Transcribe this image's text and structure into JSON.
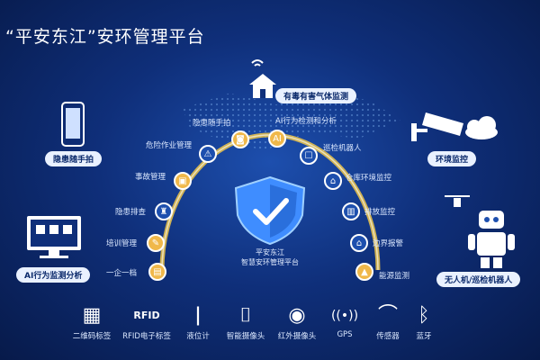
{
  "title": "“平安东江”安环管理平台",
  "top_label": "有毒有害气体监测",
  "left_labels": {
    "hidden_danger_photo": "隐患随手拍",
    "ai_monitor": "AI行为监测分析"
  },
  "right_labels": {
    "env_monitor": "环境监控",
    "drone_robot": "无人机/巡检机器人"
  },
  "arc_left": [
    "隐患随手拍",
    "危险作业管理",
    "事故管理",
    "隐患排查",
    "培训管理",
    "一企一档"
  ],
  "arc_right": [
    "AI行为检测和分析",
    "巡检机器人",
    "仓库环境监控",
    "排放监控",
    "边界报警",
    "能源监测"
  ],
  "center": {
    "line1": "平安东江",
    "line2": "智慧安环管理平台"
  },
  "bottom_items": [
    {
      "icon": "qr-code-icon",
      "glyph": "▦",
      "label": "二维码标签"
    },
    {
      "icon": "rfid-icon",
      "glyph": "RFID",
      "label": "RFID电子标签"
    },
    {
      "icon": "level-gauge-icon",
      "glyph": "⟊",
      "label": "液位计"
    },
    {
      "icon": "smart-camera-icon",
      "glyph": "⌷",
      "label": "智能摄像头"
    },
    {
      "icon": "infrared-camera-icon",
      "glyph": "◉",
      "label": "红外摄像头"
    },
    {
      "icon": "gps-icon",
      "glyph": "((•))",
      "label": "GPS"
    },
    {
      "icon": "sensor-icon",
      "glyph": "⌒",
      "label": "传感器"
    },
    {
      "icon": "bluetooth-icon",
      "glyph": "ᛒ",
      "label": "蓝牙"
    }
  ]
}
